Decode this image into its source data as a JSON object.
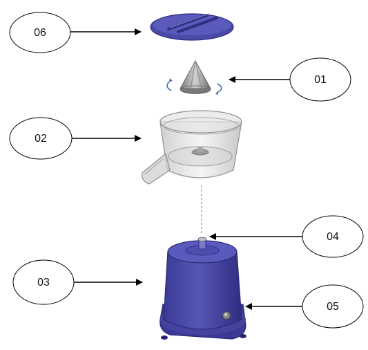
{
  "callouts": [
    {
      "id": "06",
      "label": "06"
    },
    {
      "id": "01",
      "label": "01"
    },
    {
      "id": "02",
      "label": "02"
    },
    {
      "id": "04",
      "label": "04"
    },
    {
      "id": "03",
      "label": "03"
    },
    {
      "id": "05",
      "label": "05"
    }
  ],
  "colors": {
    "body_blue": "#4a4aa8",
    "body_blue_dark": "#34348a",
    "body_blue_light": "#6a6ac4",
    "bowl_grey": "#c8c8c8",
    "cone_grey": "#9a9a9a",
    "rotation_arrow": "#3f6fb0",
    "line": "#000000"
  }
}
